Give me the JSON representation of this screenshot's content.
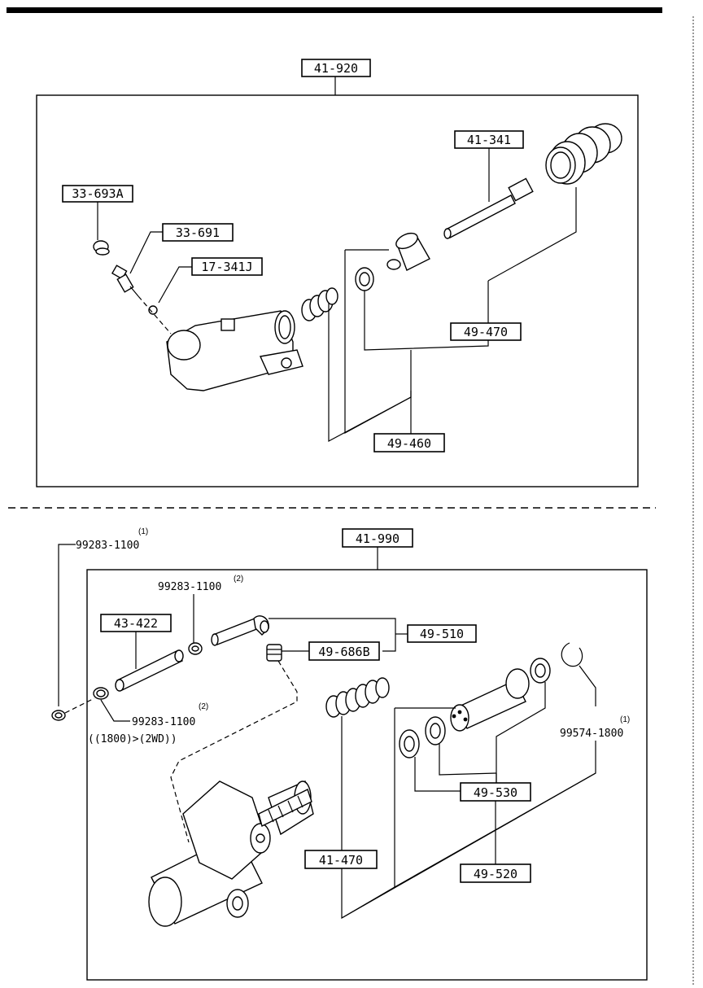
{
  "top_assembly": {
    "label": "41-920",
    "parts": {
      "bleeder_cap": "33-693A",
      "bleeder_screw": "33-691",
      "steel_ball": "17-341J",
      "push_rod": "41-341",
      "piston_kit": "49-470",
      "repair_kit": "49-460"
    }
  },
  "bottom_assembly": {
    "label": "41-990",
    "parts": {
      "hose": "43-422",
      "pipe_fitting": "49-510",
      "reservoir_seal": "49-686B",
      "spring": "41-470",
      "piston_kit": "49-530",
      "repair_kit": "49-520"
    },
    "clips": {
      "outer_clip_note": "(1)",
      "outer_clip": "99283-1100",
      "upper_clip": "99283-1100",
      "upper_clip_note": "(2)",
      "lower_clip_note": "(2)",
      "lower_clip": "99283-1100",
      "lower_clip_condition": "((1800)>(2WD))",
      "snap_ring_note": "(1)",
      "snap_ring": "99574-1800"
    }
  }
}
